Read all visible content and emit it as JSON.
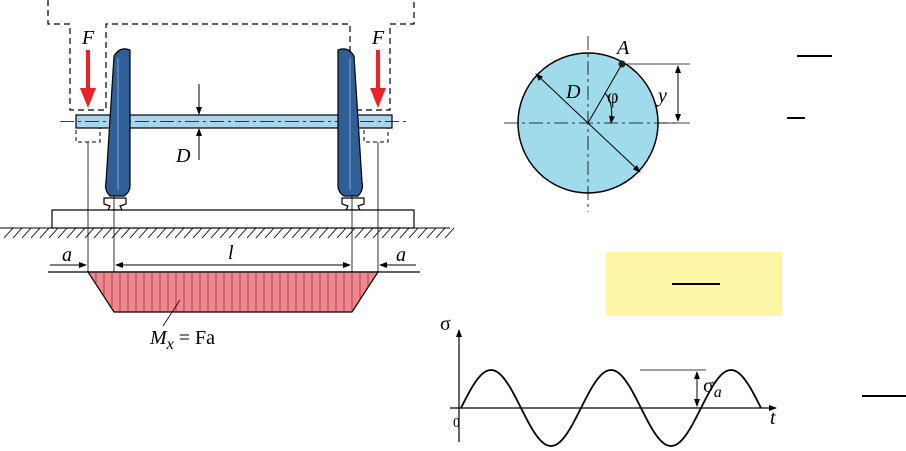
{
  "left_figure": {
    "force_left": "F",
    "force_right": "F",
    "axle_diameter": "D",
    "overhang_left": "a",
    "overhang_right": "a",
    "span": "l",
    "moment_subscript": "x",
    "moment_rhs": "= Fa"
  },
  "cross_section": {
    "point": "A",
    "diameter": "D",
    "angle": "φ",
    "distance": "y"
  },
  "stress_plot": {
    "y_axis": "σ",
    "origin": "0",
    "x_axis": "t",
    "amplitude_symbol": "σ",
    "amplitude_subscript": "a"
  },
  "colors": {
    "axle": "#a8d4ec",
    "wheel": "#2f5f96",
    "force_arrow": "#e8242a",
    "moment_fill": "#f0878f",
    "section_fill": "#9fdbea",
    "formula_box": "#fcf6a6"
  }
}
